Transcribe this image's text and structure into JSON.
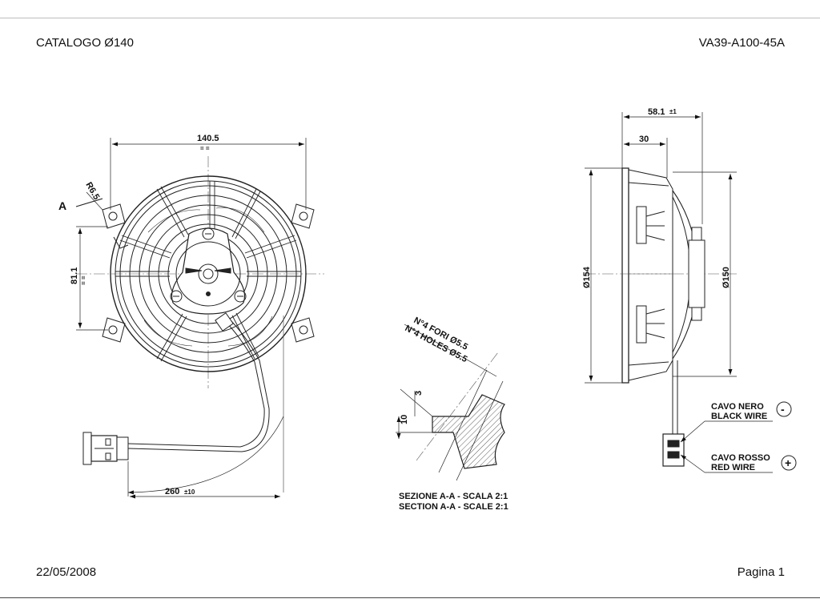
{
  "header": {
    "catalog": "CATALOGO Ø140",
    "model": "VA39-A100-45A"
  },
  "footer": {
    "date": "22/05/2008",
    "page": "Pagina 1"
  },
  "front_view": {
    "width_dim": "140.5",
    "width_sym": "= =",
    "radius_dim": "R6.5",
    "height_dim": "81.1",
    "height_sym": "= =",
    "section_mark": "A",
    "cable_dim": "260",
    "cable_tol": "±10"
  },
  "section_view": {
    "holes_it": "N°4 FORI Ø5.5",
    "holes_en": "N°4 HOLES Ø5.5",
    "dim_small": "3",
    "dim_large": "10",
    "caption_it": "SEZIONE A-A - SCALA 2:1",
    "caption_en": "SECTION A-A - SCALE 2:1"
  },
  "side_view": {
    "depth_dim": "58.1",
    "depth_tol": "±1",
    "inner_dim": "30",
    "outer_diam": "Ø154",
    "inner_diam": "Ø150"
  },
  "wires": {
    "black_it": "CAVO NERO",
    "black_en": "BLACK WIRE",
    "black_sym": "-",
    "red_it": "CAVO ROSSO",
    "red_en": "RED WIRE",
    "red_sym": "+"
  }
}
